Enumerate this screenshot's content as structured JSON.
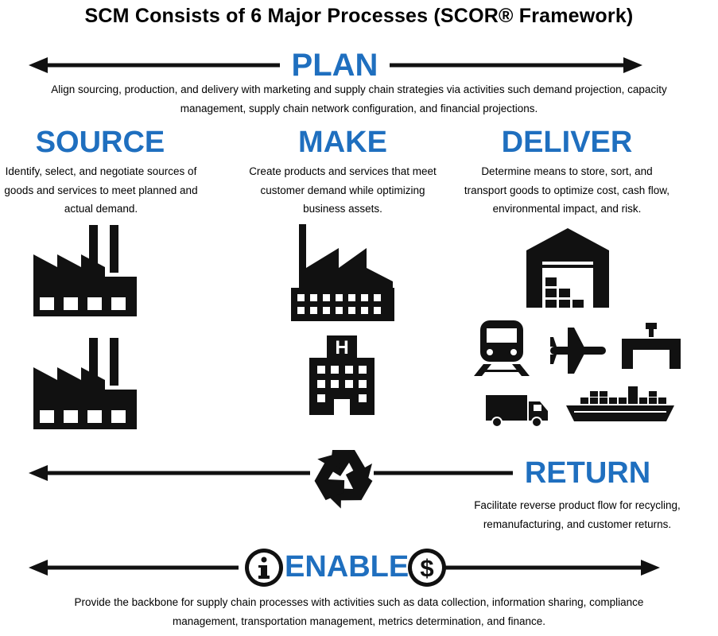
{
  "title": "SCM Consists of 6 Major Processes (SCOR® Framework)",
  "colors": {
    "heading": "#1f6fbf",
    "icon": "#111111",
    "background": "#ffffff"
  },
  "plan": {
    "heading": "PLAN",
    "description": "Align sourcing, production, and delivery with marketing and supply chain strategies via activities such demand projection, capacity management, supply chain network configuration, and financial projections."
  },
  "source": {
    "heading": "SOURCE",
    "description": "Identify, select, and negotiate sources of goods and services to meet planned and actual demand.",
    "icons": [
      "factory-icon",
      "factory-icon"
    ]
  },
  "make": {
    "heading": "MAKE",
    "description": "Create products and services that meet customer demand while optimizing business assets.",
    "icons": [
      "manufacturing-plant-icon",
      "hospital-building-icon"
    ]
  },
  "deliver": {
    "heading": "DELIVER",
    "description": "Determine means to store, sort, and transport goods to optimize cost, cash flow, environmental impact, and risk.",
    "icons": [
      "warehouse-icon",
      "train-icon",
      "airplane-icon",
      "gantry-crane-icon",
      "truck-icon",
      "cargo-ship-icon"
    ]
  },
  "return": {
    "heading": "RETURN",
    "description": "Facilitate reverse product flow for recycling, remanufacturing, and customer returns.",
    "icons": [
      "recycle-icon"
    ]
  },
  "enable": {
    "heading": "ENABLE",
    "description": "Provide the backbone for supply chain processes with activities such as data collection, information sharing, compliance management, transportation management, metrics determination, and finance.",
    "icons": [
      "info-icon",
      "dollar-icon"
    ]
  }
}
